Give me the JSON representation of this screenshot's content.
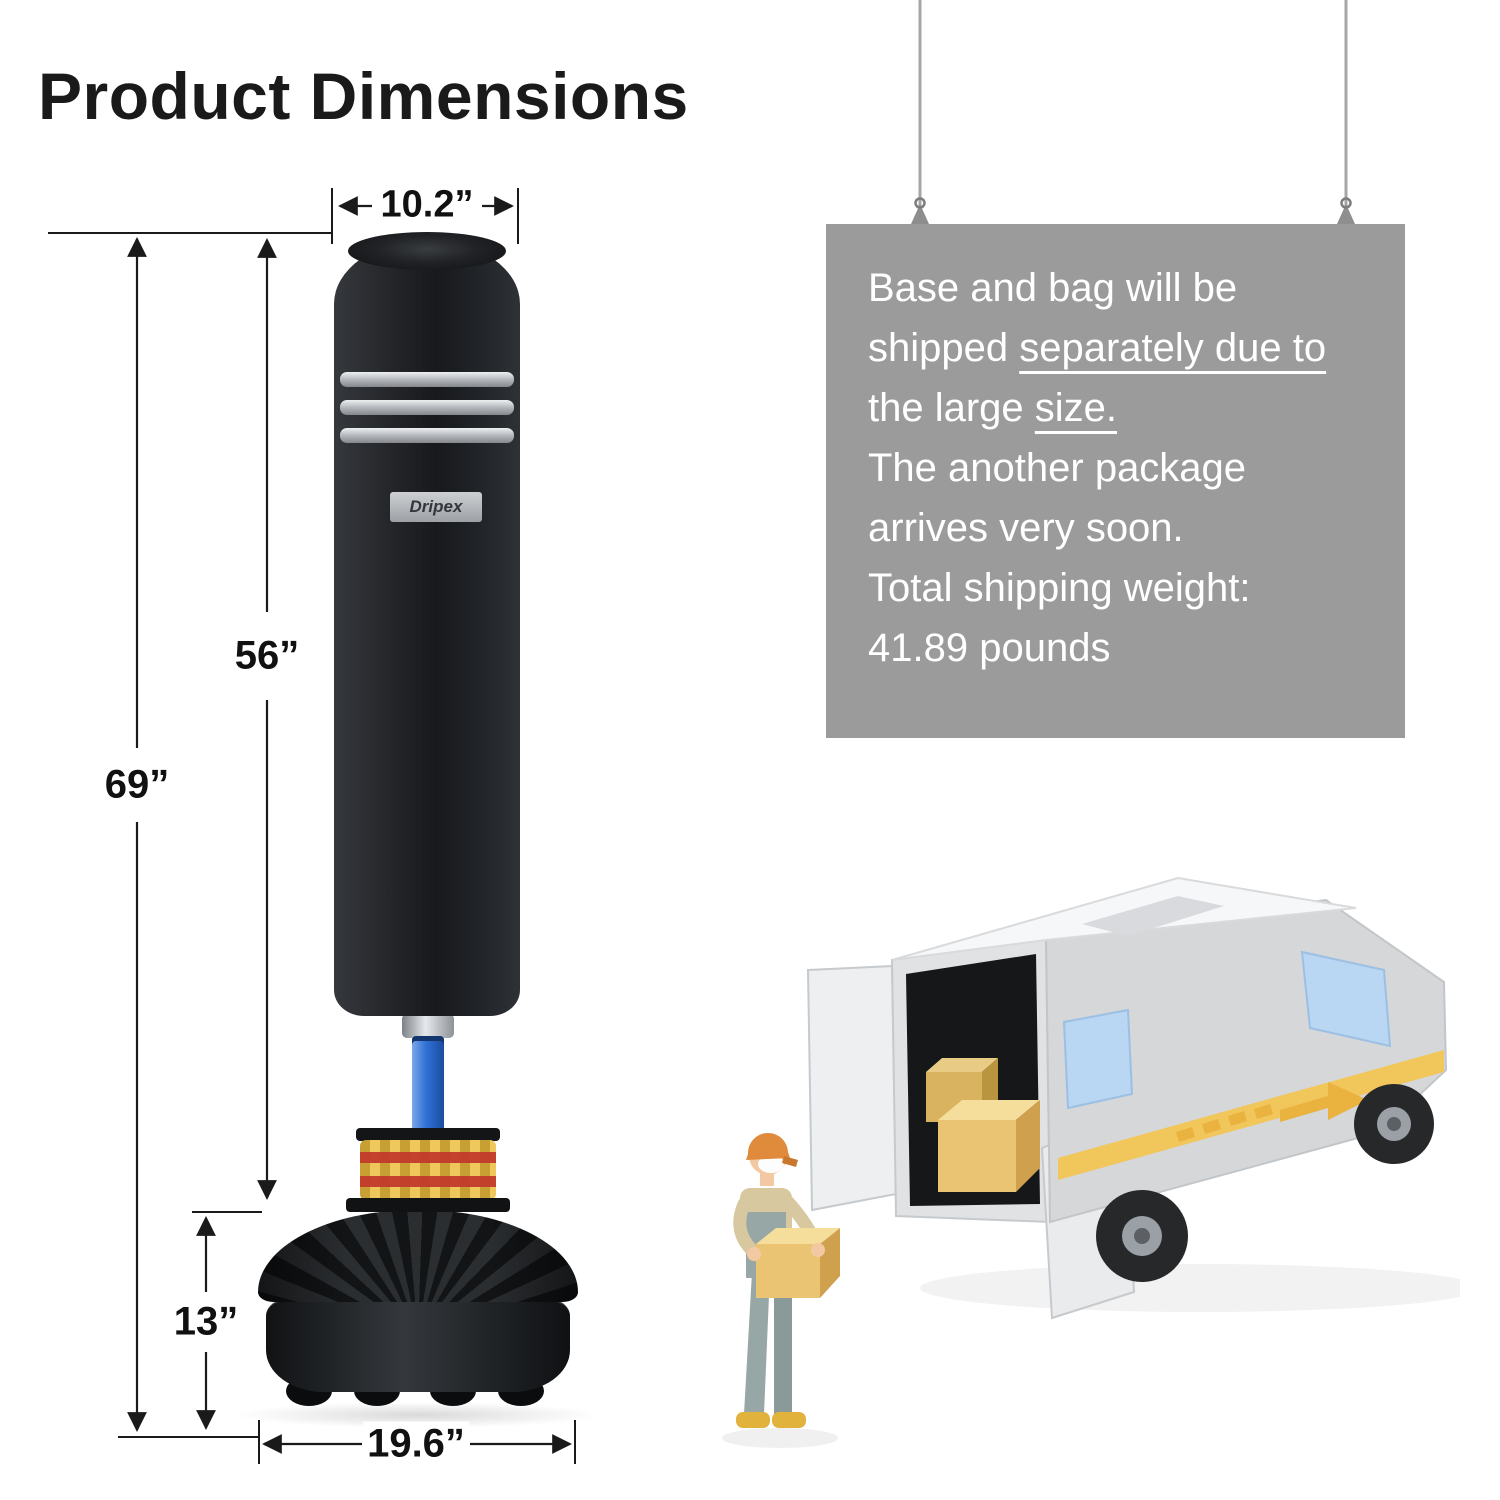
{
  "title": "Product Dimensions",
  "brand_label": "Dripex",
  "dimensions": {
    "top_width": "10.2”",
    "bag_height": "56”",
    "total_height": "69”",
    "base_height": "13”",
    "base_width": "19.6”"
  },
  "shipping_panel": {
    "line1": "Base and bag will be",
    "line2_plain": "shipped ",
    "line2_underlined": "separately due to",
    "line3_plain": "the large ",
    "line3_underlined": "size.",
    "line4": "The another package",
    "line5": "arrives very soon.",
    "line6": "Total shipping weight:",
    "line7": "41.89 pounds"
  },
  "colors": {
    "panel_bg": "#9b9b9b",
    "panel_text": "#ffffff",
    "dimension_line": "#1a1a1a",
    "pole_blue": "#2f6fd6",
    "suction_gold": "#e3b345",
    "suction_red": "#c23b2b",
    "box_yellow": "#eac473",
    "van_body": "#d5d7d9",
    "stripe_yellow": "#f1c65a",
    "window_blue": "#b9d6f2"
  }
}
